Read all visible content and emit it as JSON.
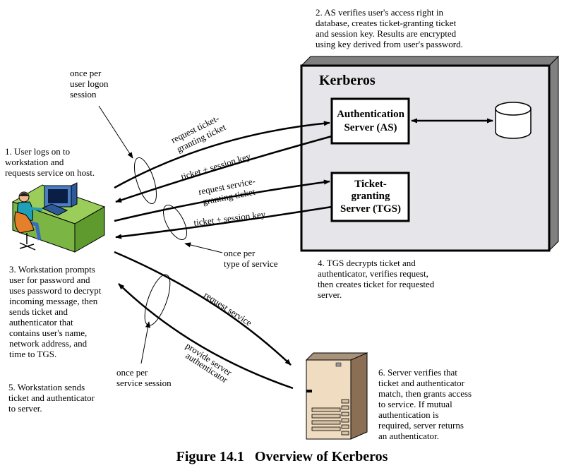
{
  "kerberos_title": "Kerberos",
  "as_box": {
    "line1": "Authentication",
    "line2": "Server (AS)"
  },
  "tgs_box": {
    "line1": "Ticket-",
    "line2": "granting",
    "line3": "Server (TGS)"
  },
  "arrow_labels": {
    "request_tgt_1": "request ticket-",
    "request_tgt_2": "granting ticket",
    "ticket_session_key_1": "ticket + session key",
    "request_sgt_1": "request service-",
    "request_sgt_2": "granting ticket",
    "ticket_session_key_2": "ticket + session key",
    "request_service": "request service",
    "provide_auth_1": "provide server",
    "provide_auth_2": "authenticator"
  },
  "notes": {
    "once_per_logon": "once per\nuser logon\nsession",
    "step1": "1. User logs on to\nworkstation and\nrequests service on host.",
    "step2": "2. AS verifies user's access right in\ndatabase, creates ticket-granting ticket\nand session key. Results are encrypted\nusing key derived from user's password.",
    "once_per_service_type": "once per\ntype of service",
    "step3": "3. Workstation prompts\nuser for password and\nuses password to decrypt\nincoming message, then\nsends ticket and\nauthenticator that\ncontains user's name,\nnetwork address, and\ntime to TGS.",
    "step4": "4. TGS decrypts ticket and\nauthenticator, verifies request,\nthen creates ticket for requested\nserver.",
    "once_per_service_session": "once per\nservice session",
    "step5": "5. Workstation sends\nticket and authenticator\nto server.",
    "step6": "6. Server verifies that\nticket and authenticator\nmatch, then grants access\nto service. If mutual\nauthentication is\nrequired, server returns\nan authenticator."
  },
  "caption": "Figure 14.1   Overview of Kerberos"
}
